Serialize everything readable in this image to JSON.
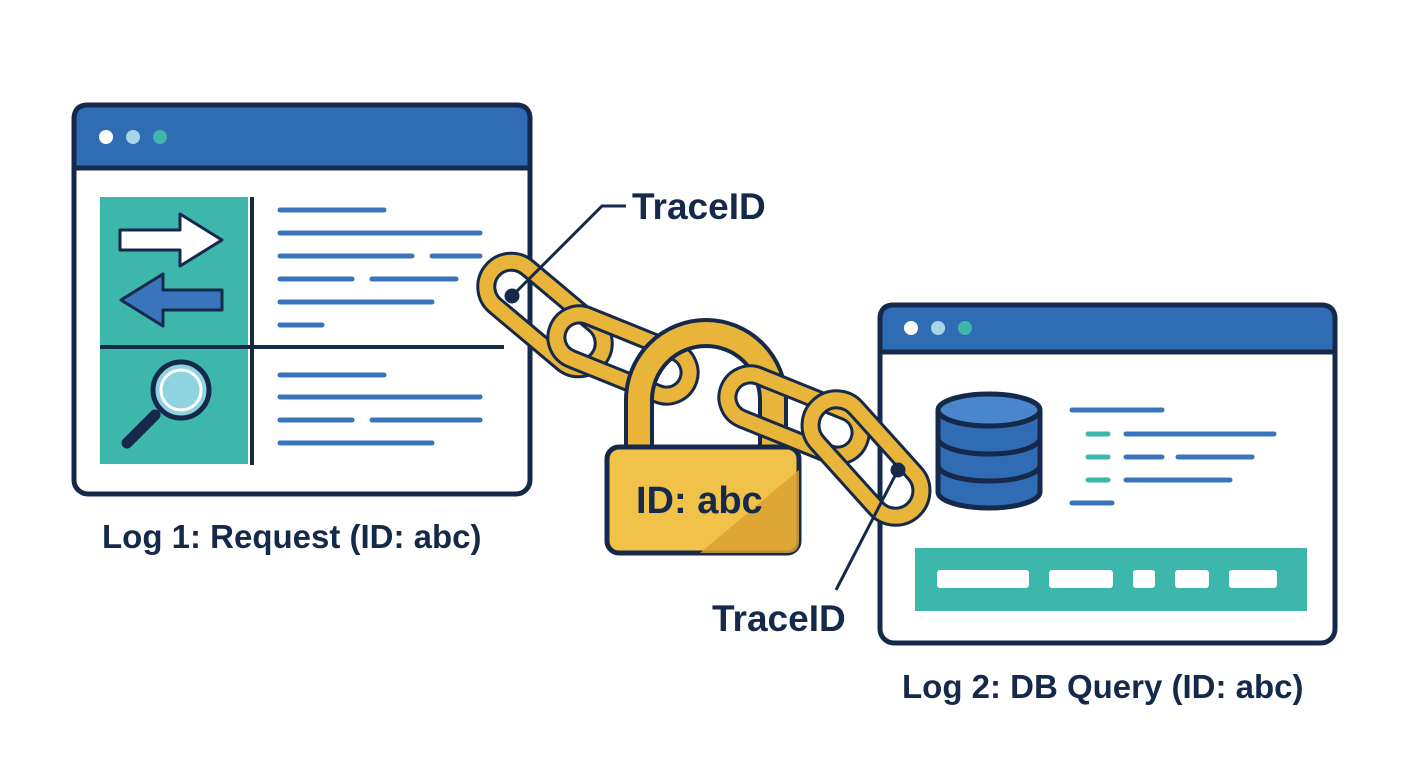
{
  "windows": {
    "request": {
      "caption": "Log 1: Request (ID: abc)"
    },
    "db_query": {
      "caption": "Log 2: DB Query (ID: abc)"
    }
  },
  "chain": {
    "top_label": "TraceID",
    "bottom_label": "TraceID"
  },
  "lock": {
    "label": "ID: abc"
  },
  "colors": {
    "window_header": "#2f6cb3",
    "window_border": "#15294a",
    "accent_teal": "#3db6ab",
    "text_line_blue": "#3a74bd",
    "chain_gold": "#e8b53a",
    "lock_gold": "#f0c24a",
    "text_dark": "#15294a"
  },
  "icons": [
    "arrow-right-icon",
    "arrow-left-icon",
    "magnifier-icon",
    "database-icon",
    "chain-icon",
    "padlock-icon"
  ]
}
